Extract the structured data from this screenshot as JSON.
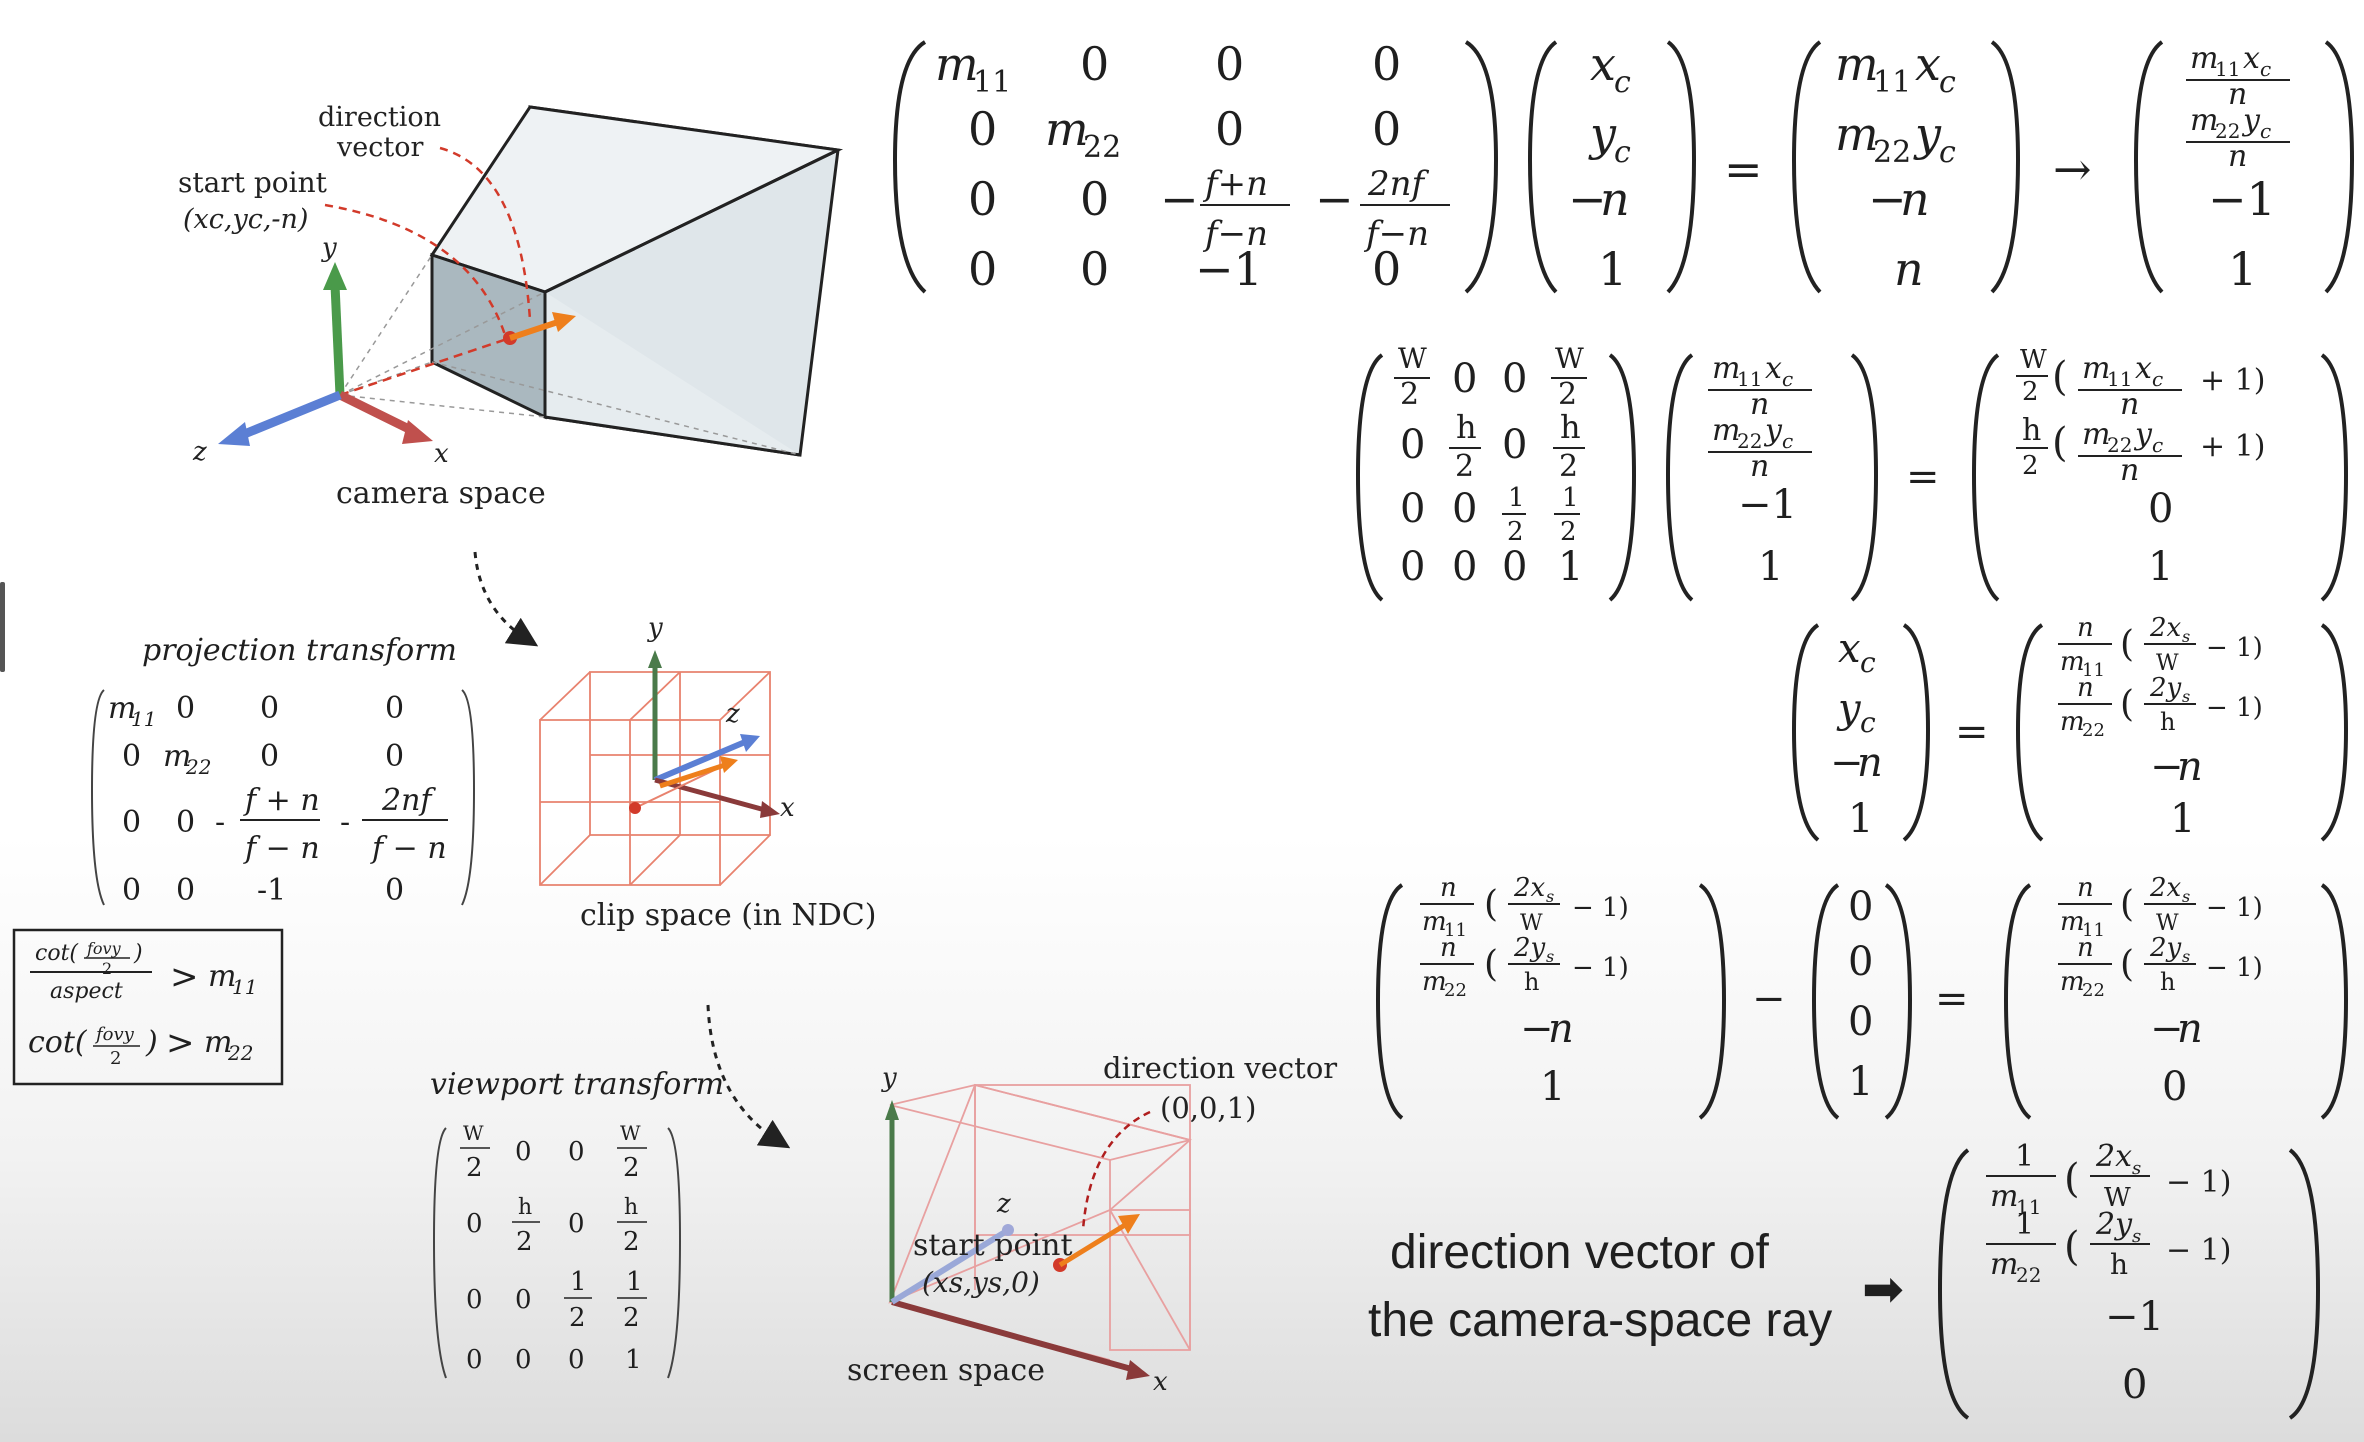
{
  "labels": {
    "direction_vector_1": "direction",
    "direction_vector_2": "vector",
    "start_point_1": "start point",
    "start_point_2": "(xc,yc,-n)",
    "camera_space": "camera space",
    "axis_x": "x",
    "axis_y": "y",
    "axis_z": "z",
    "projection_transform": "projection transform",
    "clip_space": "clip space (in NDC)",
    "viewport_transform": "viewport transform",
    "screen_space": "screen space",
    "screen_direction_vector": "direction vector",
    "screen_direction_value": "(0,0,1)",
    "screen_start_point": "start point",
    "screen_start_value": "(xs,ys,0)",
    "conclusion_1": "direction vector of",
    "conclusion_2": "the camera-space ray",
    "conclusion_arrow": "➡"
  },
  "cot_box": {
    "line1_cot": "cot(",
    "line1_frac_num": "fovy",
    "line1_frac_den": "2",
    "line1_den": "aspect",
    "line1_target": "m11",
    "line2_cot": "cot(",
    "line2_target": "m22"
  },
  "proj_matrix": [
    [
      "m11",
      "0",
      "0",
      "0"
    ],
    [
      "0",
      "m22",
      "0",
      "0"
    ],
    [
      "0",
      "0",
      "-(f+n)/(f-n)",
      "-2nf/(f-n)"
    ],
    [
      "0",
      "0",
      "-1",
      "0"
    ]
  ],
  "viewport_matrix": [
    [
      "W/2",
      "0",
      "0",
      "W/2"
    ],
    [
      "0",
      "h/2",
      "0",
      "h/2"
    ],
    [
      "0",
      "0",
      "1/2",
      "1/2"
    ],
    [
      "0",
      "0",
      "0",
      "1"
    ]
  ],
  "colors": {
    "x_axis": "#c0504d",
    "y_axis": "#4a9a4a",
    "z_axis": "#5b7fd4",
    "direction": "#ee7f1c",
    "start": "#d23a2a",
    "frustum": "#cfd8dc",
    "clip_box": "#e8826e"
  }
}
